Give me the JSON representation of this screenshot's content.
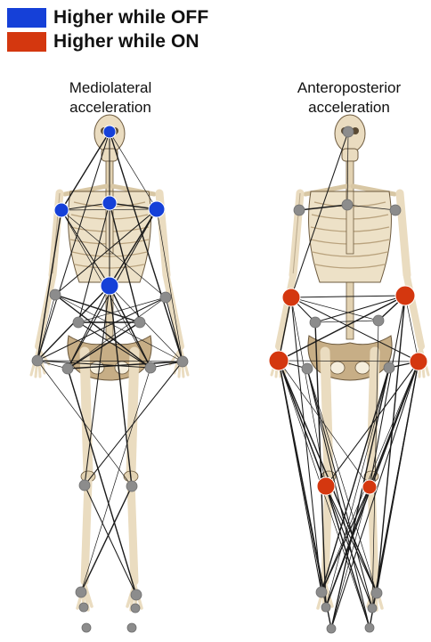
{
  "legend": [
    {
      "label": "Higher while OFF",
      "color": "#1540d8"
    },
    {
      "label": "Higher while ON",
      "color": "#d4370f"
    }
  ],
  "panels": [
    {
      "title_line1": "Mediolateral",
      "title_line2": "acceleration"
    },
    {
      "title_line1": "Anteroposterior",
      "title_line2": "acceleration"
    }
  ],
  "colors": {
    "bone": "#eadcc0",
    "bone_edge": "#6d5a3e",
    "pelvis": "#c7ae86",
    "node_neutral": "#8c8c8c",
    "edge": "#1a1a1a"
  }
}
